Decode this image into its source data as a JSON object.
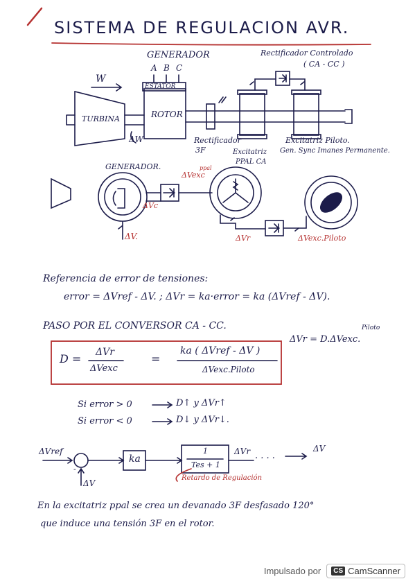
{
  "title": "SISTEMA DE REGULACION AVR.",
  "diagram1": {
    "generador": "GENERADOR",
    "phases": [
      "A",
      "B",
      "C"
    ],
    "estator": "ESTATOR",
    "rotor": "ROTOR",
    "turbina": "TURBINA",
    "omega": "W",
    "delta_w": "ΔW",
    "rect_controlado": "Rectificador Controlado",
    "ca_cc": "( CA - CC )",
    "rect_3f_1": "Rectificador",
    "rect_3f_2": "3F",
    "excitatriz_ppal_1": "Excitatriz",
    "excitatriz_ppal_2": "PPAL CA",
    "excitatriz_piloto": "Excitatriz Piloto.",
    "gen_sync": "Gen. Sync Imanes Permanente."
  },
  "diagram2": {
    "generador": "GENERADOR.",
    "dv_exc": "ΔVexc",
    "ppal": "ppal",
    "dv_c": "ΔVc",
    "dv": "ΔV.",
    "dv_r": "ΔVr",
    "dv_exc_piloto": "ΔVexc.Piloto"
  },
  "text": {
    "ref_error": "Referencia de error de tensiones:",
    "eq_error": "error = ΔVref - ΔV.  ;  ΔVr = ka·error = ka (ΔVref - ΔV).",
    "paso": "PASO POR EL CONVERSOR CA - CC.",
    "dvr_eq": "ΔVr = D.ΔVexc.",
    "piloto_sup": "Piloto",
    "box_D": "D =",
    "box_num1": "ΔVr",
    "box_den1": "ΔVexc",
    "box_eq": "=",
    "box_num2": "ka ( ΔVref - ΔV )",
    "box_den2": "ΔVexc.Piloto",
    "cond1_left": "Si error > 0",
    "cond1_right": "D↑ y ΔVr↑",
    "cond2_left": "Si error < 0",
    "cond2_right": "D↓ y ΔVr↓.",
    "final1": "En la excitatriz ppal se crea un devanado 3F desfasado 120°",
    "final2": "que induce una tensión 3F en el rotor."
  },
  "block": {
    "dvref": "ΔVref",
    "minus": "-",
    "ka": "ka",
    "tf_num": "1",
    "tf_den": "Tes + 1",
    "dvr": "ΔVr",
    "dots": ". . . .",
    "dv_out": "ΔV",
    "dv_fb": "ΔV",
    "retardo": "Retardo de Regulación"
  },
  "footer": {
    "impulsado": "Impulsado por",
    "badge": "CS",
    "brand": "CamScanner"
  }
}
